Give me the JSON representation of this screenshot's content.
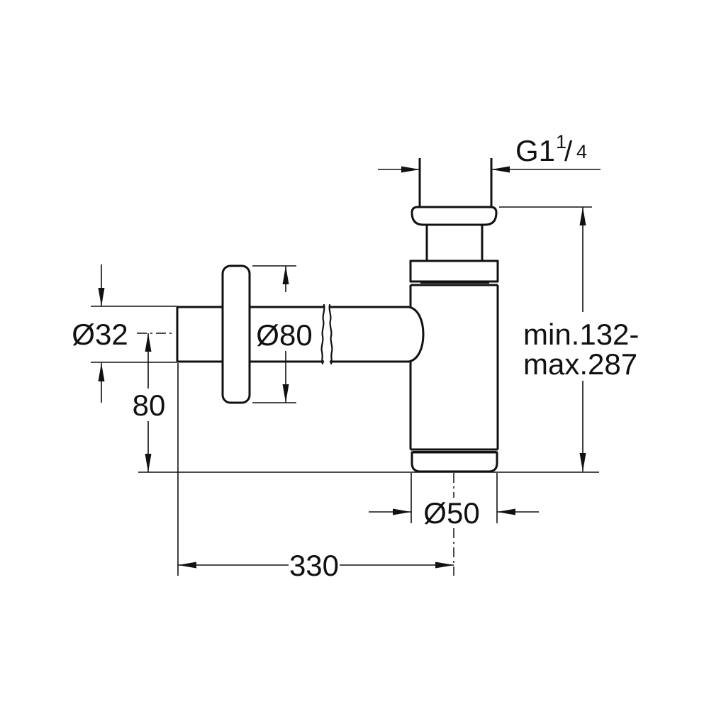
{
  "drawing": {
    "background_color": "#ffffff",
    "line_color": "#111111",
    "labels": {
      "thread_size": {
        "main": "G1",
        "numerator": "1",
        "slash": "/",
        "denominator": "4"
      },
      "height_range": {
        "line1": "min.132-",
        "line2": "max.287"
      },
      "inlet_diameter": "Ø32",
      "rosette_diameter": "Ø80",
      "outlet_drop": "80",
      "body_diameter": "Ø50",
      "overall_length": "330"
    }
  }
}
